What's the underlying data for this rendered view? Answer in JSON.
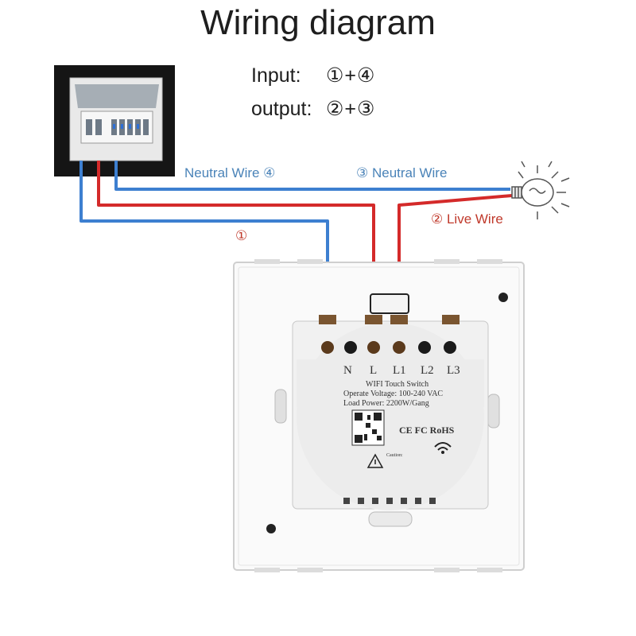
{
  "title": "Wiring diagram",
  "input": {
    "label": "Input:",
    "value": "①+④"
  },
  "output": {
    "label": "output:",
    "value": "②+③"
  },
  "wires": {
    "neutral_left": "Neutral Wire ④",
    "neutral_right": "③ Neutral Wire",
    "live": "② Live Wire",
    "one": "①"
  },
  "terminals": [
    "N",
    "L",
    "L1",
    "L2",
    "L3"
  ],
  "device_label": {
    "line1": "WIFI Touch Switch",
    "line2": "Operate Voltage: 100-240 VAC",
    "line3": "Load Power: 2200W/Gang",
    "marks": "CE FC RoHS",
    "caution": "Caution:"
  },
  "colors": {
    "blue_wire": "#3d7fd0",
    "red_wire": "#d42a2a",
    "blue_text": "#4a83b8",
    "red_text": "#c0392b"
  }
}
